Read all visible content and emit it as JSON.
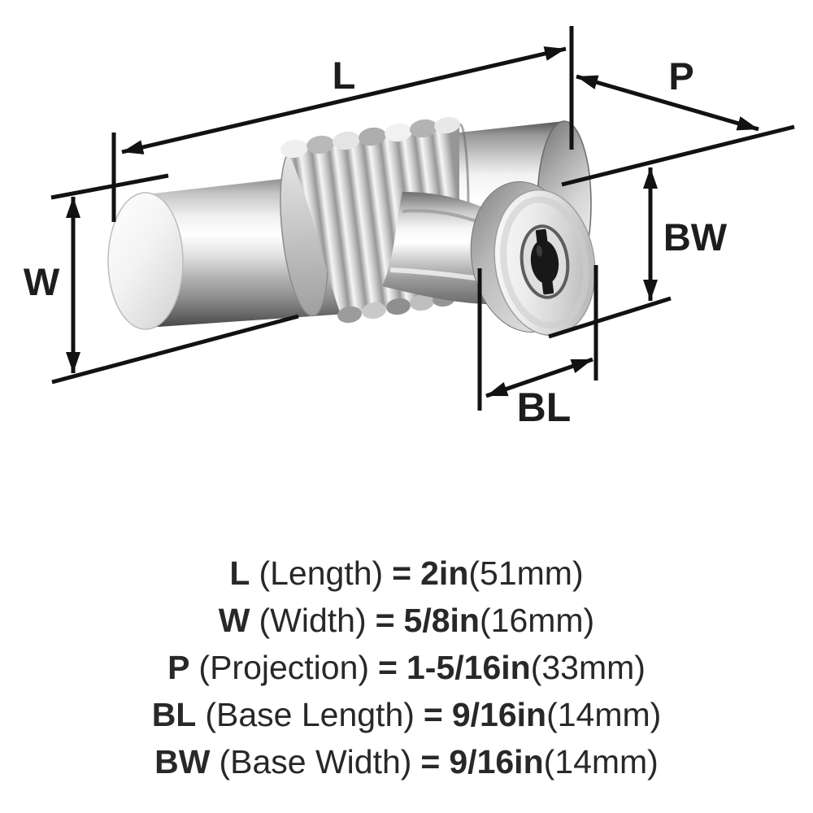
{
  "diagram": {
    "description": "Isometric technical illustration of a chrome T-bar cabinet knob with dimension arrows",
    "labels": {
      "length": "L",
      "projection": "P",
      "width": "W",
      "base_width": "BW",
      "base_length": "BL"
    }
  },
  "specs": {
    "lines": [
      {
        "symbol": "L",
        "name": "(Length)",
        "equals": "=",
        "value": "2in",
        "metric": "(51mm)"
      },
      {
        "symbol": "W",
        "name": "(Width)",
        "equals": "=",
        "value": "5/8in",
        "metric": "(16mm)"
      },
      {
        "symbol": "P",
        "name": "(Projection)",
        "equals": "=",
        "value": "1-5/16in",
        "metric": "(33mm)"
      },
      {
        "symbol": "BL",
        "name": "(Base Length)",
        "equals": "=",
        "value": "9/16in",
        "metric": "(14mm)"
      },
      {
        "symbol": "BW",
        "name": "(Base Width)",
        "equals": "=",
        "value": "9/16in",
        "metric": "(14mm)"
      }
    ]
  },
  "colors": {
    "background": "#ffffff",
    "dimension_line": "#121212",
    "label_text": "#1d1d1d",
    "spec_text": "#282828",
    "metal_light": "#f5f5f5",
    "metal_mid": "#c2c2c2",
    "metal_dark": "#5a5a5a",
    "keyhole": "#181818"
  }
}
